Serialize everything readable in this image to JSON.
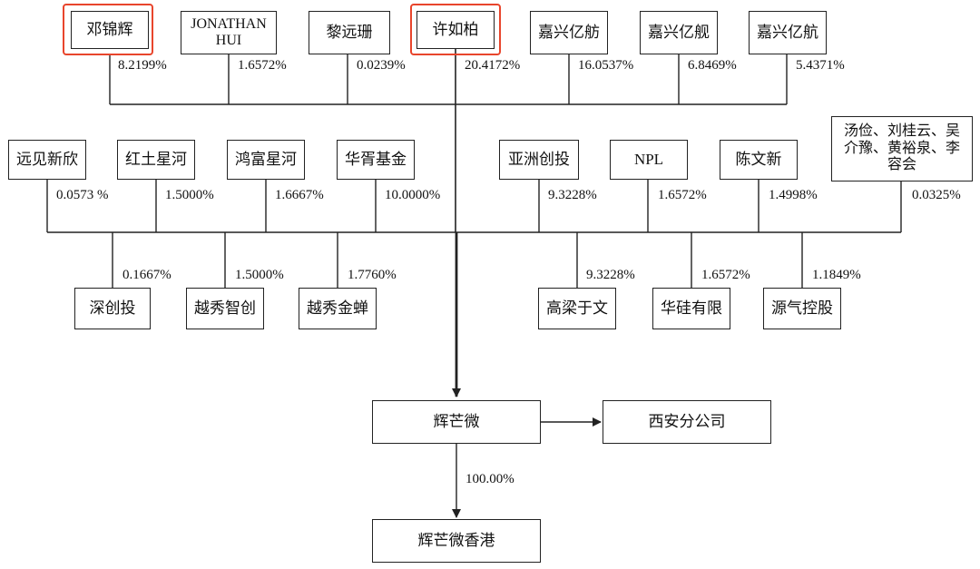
{
  "top_shareholders": [
    {
      "name": "邓锦辉",
      "pct": "8.2199%",
      "highlighted": true
    },
    {
      "name": "JONATHAN\nHUI",
      "pct": "1.6572%"
    },
    {
      "name": "黎远珊",
      "pct": "0.0239%"
    },
    {
      "name": "许如柏",
      "pct": "20.4172%",
      "highlighted": true
    },
    {
      "name": "嘉兴亿舫",
      "pct": "16.0537%"
    },
    {
      "name": "嘉兴亿舰",
      "pct": "6.8469%"
    },
    {
      "name": "嘉兴亿航",
      "pct": "5.4371%"
    }
  ],
  "middle_shareholders": [
    {
      "name": "远见新欣",
      "pct": "0.0573 %"
    },
    {
      "name": "红土星河",
      "pct": "1.5000%"
    },
    {
      "name": "鸿富星河",
      "pct": "1.6667%"
    },
    {
      "name": "华胥基金",
      "pct": "10.0000%"
    },
    {
      "name": "亚洲创投",
      "pct": "9.3228%"
    },
    {
      "name": "NPL",
      "pct": "1.6572%"
    },
    {
      "name": "陈文新",
      "pct": "1.4998%"
    },
    {
      "name": "汤俭、刘桂云、吴\n介豫、黄裕泉、李\n容会",
      "pct": "0.0325%"
    }
  ],
  "lower_shareholders": [
    {
      "name": "深创投",
      "pct": "0.1667%"
    },
    {
      "name": "越秀智创",
      "pct": "1.5000%"
    },
    {
      "name": "越秀金蝉",
      "pct": "1.7760%"
    },
    {
      "name": "高梁于文",
      "pct": "9.3228%"
    },
    {
      "name": "华硅有限",
      "pct": "1.6572%"
    },
    {
      "name": "源气控股",
      "pct": "1.1849%"
    }
  ],
  "company": {
    "name": "辉芒微"
  },
  "branch": {
    "name": "西安分公司"
  },
  "subsidiary": {
    "name": "辉芒微香港",
    "pct": "100.00%"
  },
  "colors": {
    "highlight": "#e8452c",
    "line": "#222222"
  }
}
